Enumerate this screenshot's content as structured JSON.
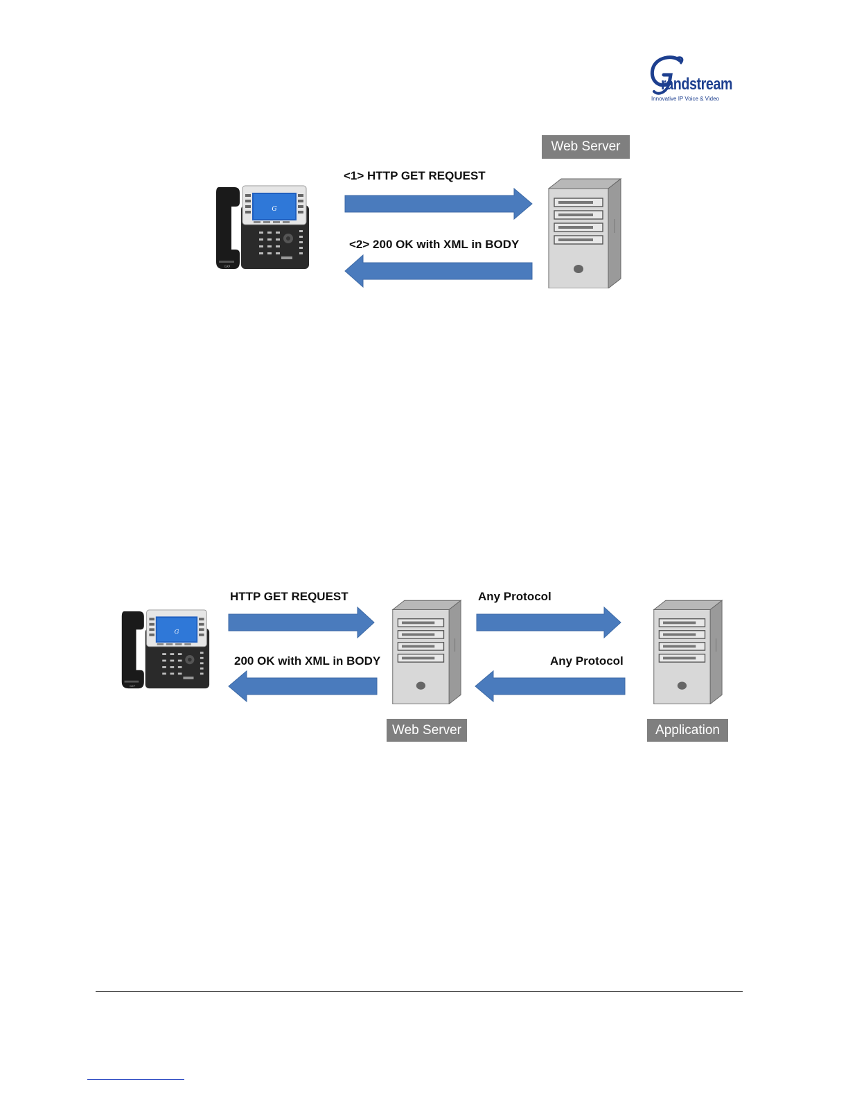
{
  "logo": {
    "wordmark": "randstream",
    "tagline": "Innovative IP Voice & Video"
  },
  "diagram1": {
    "server_label": "Web Server",
    "request_label": "<1> HTTP GET REQUEST",
    "response_label": "<2> 200 OK with XML in BODY"
  },
  "diagram2": {
    "request_label": "HTTP GET REQUEST",
    "response_label": "200 OK with XML in BODY",
    "protocol_out_label": "Any Protocol",
    "protocol_in_label": "Any Protocol",
    "web_server_label": "Web Server",
    "application_label": "Application"
  },
  "colors": {
    "arrow": "#4a7bbd",
    "arrow_edge": "#3d6aa6",
    "tag_box": "#7f7f7f",
    "brand": "#1d3f8f"
  },
  "icons": {
    "phone": "ip-phone-icon",
    "server": "server-tower-icon"
  }
}
